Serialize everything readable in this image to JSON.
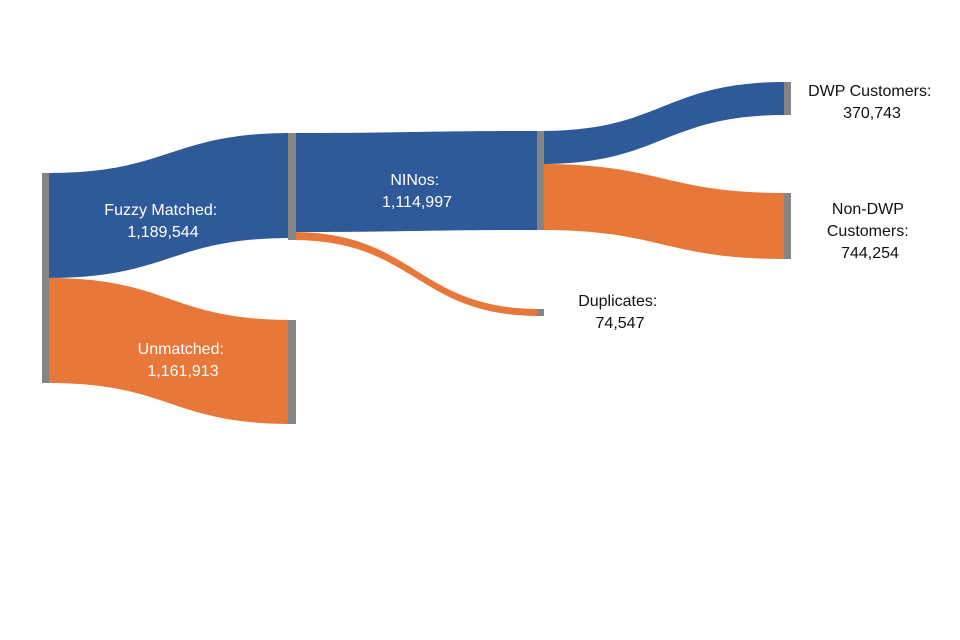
{
  "chart_data": {
    "type": "sankey",
    "title": "",
    "colors": {
      "blue": "#2e5a9a",
      "orange": "#e8773a",
      "node_bar": "#858585"
    },
    "nodes": [
      {
        "id": "total",
        "label": ""
      },
      {
        "id": "fuzzy",
        "label_line1": "Fuzzy Matched:",
        "label_line2": "1,189,544",
        "value": 1189544
      },
      {
        "id": "unmatched",
        "label_line1": "Unmatched:",
        "label_line2": "1,161,913",
        "value": 1161913
      },
      {
        "id": "ninos",
        "label_line1": "NINos:",
        "label_line2": "1,114,997",
        "value": 1114997
      },
      {
        "id": "duplicates",
        "label_line1": "Duplicates:",
        "label_line2": "74,547",
        "value": 74547
      },
      {
        "id": "dwp",
        "label_line1": "DWP Customers:",
        "label_line2": "370,743",
        "value": 370743
      },
      {
        "id": "nondwp",
        "label_line1": "Non-DWP",
        "label_line2": "Customers:",
        "label_line3": "744,254",
        "value": 744254
      }
    ],
    "links": [
      {
        "source": "total",
        "target": "fuzzy",
        "value": 1189544,
        "color": "blue"
      },
      {
        "source": "total",
        "target": "unmatched",
        "value": 1161913,
        "color": "orange"
      },
      {
        "source": "fuzzy",
        "target": "ninos",
        "value": 1114997,
        "color": "blue"
      },
      {
        "source": "fuzzy",
        "target": "duplicates",
        "value": 74547,
        "color": "orange"
      },
      {
        "source": "ninos",
        "target": "dwp",
        "value": 370743,
        "color": "blue"
      },
      {
        "source": "ninos",
        "target": "nondwp",
        "value": 744254,
        "color": "orange"
      }
    ]
  }
}
